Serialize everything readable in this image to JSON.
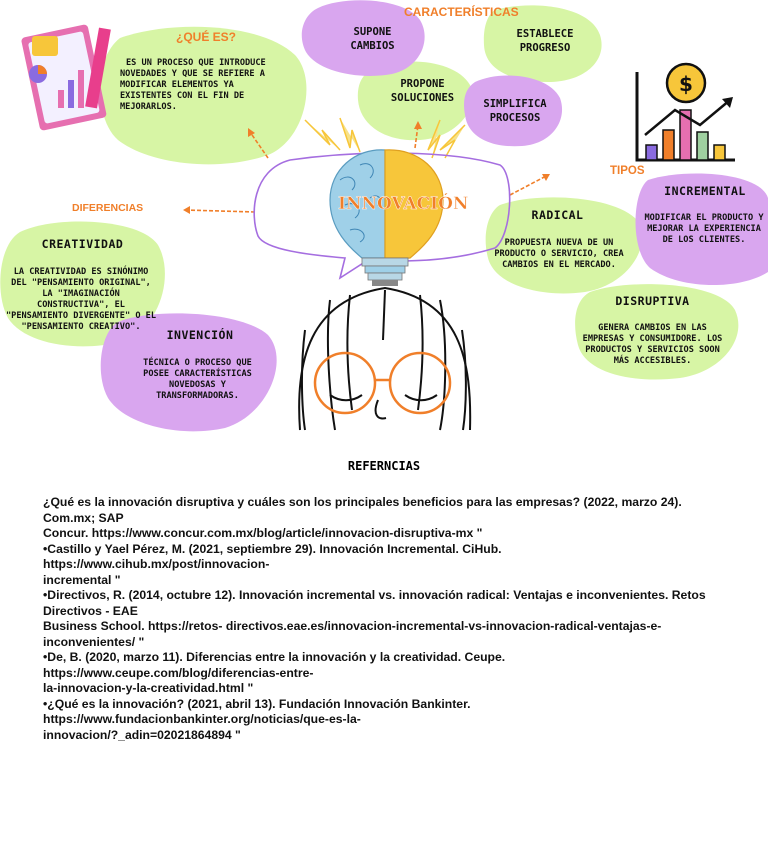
{
  "center": {
    "title": "INNOVACIÓN"
  },
  "headings": {
    "que_es": "¿QUÉ ES?",
    "caracteristicas": "CARACTERÍSTICAS",
    "diferencias": "DIFERENCIAS",
    "tipos": "TIPOS"
  },
  "que_es": {
    "text": "ES UN PROCESO QUE INTRODUCE NOVEDADES Y QUE SE REFIERE A MODIFICAR ELEMENTOS YA EXISTENTES CON EL FIN DE MEJORARLOS."
  },
  "caracteristicas": [
    "SUPONE CAMBIOS",
    "ESTABLECE PROGRESO",
    "PROPONE SOLUCIONES",
    "SIMPLIFICA PROCESOS"
  ],
  "diferencias": {
    "creatividad": {
      "title": "CREATIVIDAD",
      "text": "LA CREATIVIDAD ES SINÓNIMO DEL \"PENSAMIENTO ORIGINAL\", LA \"IMAGINACIÓN CONSTRUCTIVA\", EL \"PENSAMIENTO DIVERGENTE\" O EL \"PENSAMIENTO CREATIVO\"."
    },
    "invencion": {
      "title": "INVENCIÓN",
      "text": "TÉCNICA O PROCESO QUE POSEE CARACTERÍSTICAS NOVEDOSAS Y TRANSFORMADORAS."
    }
  },
  "tipos": {
    "radical": {
      "title": "RADICAL",
      "text": "PROPUESTA NUEVA DE UN PRODUCTO O SERVICIO, CREA CAMBIOS EN EL MERCADO."
    },
    "incremental": {
      "title": "INCREMENTAL",
      "text": "MODIFICAR EL PRODUCTO Y MEJORAR LA EXPERIENCIA DE LOS CLIENTES."
    },
    "disruptiva": {
      "title": "DISRUPTIVA",
      "text": "GENERA CAMBIOS EN LAS EMPRESAS Y CONSUMIDORE. LOS PRODUCTOS Y SERVICIOS SOON MÁS ACCESIBLES."
    }
  },
  "icons": {
    "left": "analytics-chart-icon",
    "right": "growth-bar-chart-dollar-icon",
    "center": "brain-lightbulb-icon",
    "person": "person-with-glasses-illustration"
  },
  "colors": {
    "green": "#d7f5a5",
    "purple": "#d9a6ef",
    "orange": "#f07f2a",
    "yellow": "#f7c63a",
    "blue": "#9fd0e8"
  },
  "references": {
    "title": "REFERNCIAS",
    "items": [
      "¿Qué es la innovación disruptiva y cuáles son los principales beneficios para las empresas? (2022, marzo 24). Com.mx; SAP\nConcur. https://www.concur.com.mx/blog/article/innovacion-disruptiva-mx \"",
      "•Castillo y Yael Pérez, M. (2021, septiembre 29). Innovación Incremental. CiHub.\nhttps://www.cihub.mx/post/innovacion-\nincremental \"",
      "•Directivos, R. (2014, octubre 12). Innovación incremental vs. innovación radical: Ventajas e inconvenientes. Retos Directivos - EAE\nBusiness School. https://retos- directivos.eae.es/innovacion-incremental-vs-innovacion-radical-ventajas-e-inconvenientes/ \"",
      "•De, B. (2020, marzo 11). Diferencias entre la innovación y la creatividad. Ceupe.\nhttps://www.ceupe.com/blog/diferencias-entre-\nla-innovacion-y-la-creatividad.html \"",
      "•¿Qué es la innovación? (2021, abril 13). Fundación Innovación Bankinter.\nhttps://www.fundacionbankinter.org/noticias/que-es-la-\ninnovacion/?_adin=02021864894 \""
    ]
  }
}
